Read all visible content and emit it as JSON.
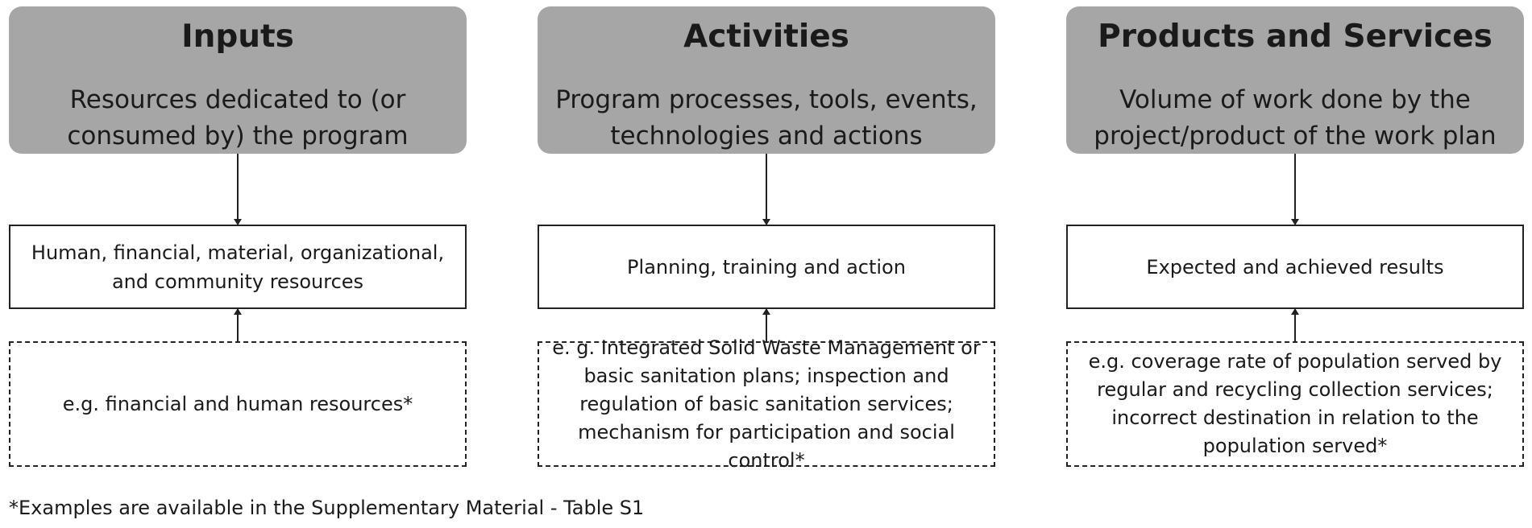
{
  "columns": [
    {
      "title": "Inputs",
      "description": "Resources dedicated to (or consumed by) the program",
      "detail": "Human, financial, material, organizational, and community resources",
      "example": "e.g. financial and human resources*"
    },
    {
      "title": "Activities",
      "description": "Program processes, tools, events, technologies and actions",
      "detail": "Planning, training and action",
      "example": "e. g. Integrated Solid Waste Management or basic sanitation plans; inspection and regulation of basic sanitation services; mechanism for participation and social control*"
    },
    {
      "title": "Products and Services",
      "description": "Volume of work done by the project/product of the work plan",
      "detail": "Expected and achieved results",
      "example": "e.g. coverage rate of population served by regular and recycling collection services; incorrect destination in relation to the population served*"
    }
  ],
  "footnote": "*Examples are available in the Supplementary Material - Table S1",
  "colors": {
    "header_fill": "#a6a6a6",
    "line": "#222222",
    "text": "#1a1a1a",
    "background": "#ffffff"
  }
}
